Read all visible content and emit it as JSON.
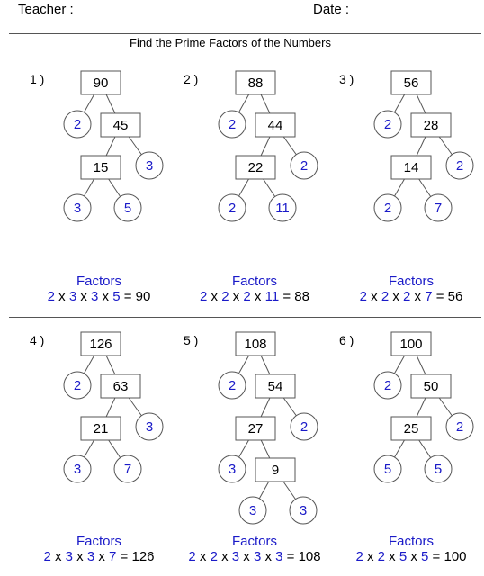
{
  "header": {
    "teacher_label": "Teacher :",
    "date_label": "Date :"
  },
  "title": "Find the Prime Factors of the Numbers",
  "factors_label": "Factors",
  "colors": {
    "prime": "#1a1ac8",
    "line": "#555555",
    "text": "#000000"
  },
  "problems": [
    {
      "number": "1 )",
      "boxes": [
        "90",
        "45",
        "15"
      ],
      "primes": [
        "2",
        "3",
        "3",
        "5"
      ],
      "factorization": [
        "2",
        "3",
        "3",
        "5"
      ],
      "result": "90"
    },
    {
      "number": "2 )",
      "boxes": [
        "88",
        "44",
        "22"
      ],
      "primes": [
        "2",
        "2",
        "2",
        "11"
      ],
      "factorization": [
        "2",
        "2",
        "2",
        "11"
      ],
      "result": "88"
    },
    {
      "number": "3 )",
      "boxes": [
        "56",
        "28",
        "14"
      ],
      "primes": [
        "2",
        "2",
        "2",
        "7"
      ],
      "factorization": [
        "2",
        "2",
        "2",
        "7"
      ],
      "result": "56"
    },
    {
      "number": "4 )",
      "boxes": [
        "126",
        "63",
        "21"
      ],
      "primes": [
        "2",
        "3",
        "3",
        "7"
      ],
      "factorization": [
        "2",
        "3",
        "3",
        "7"
      ],
      "result": "126"
    },
    {
      "number": "5 )",
      "boxes": [
        "108",
        "54",
        "27",
        "9"
      ],
      "primes": [
        "2",
        "2",
        "3",
        "3",
        "3"
      ],
      "factorization": [
        "2",
        "2",
        "3",
        "3",
        "3"
      ],
      "result": "108"
    },
    {
      "number": "6 )",
      "boxes": [
        "100",
        "50",
        "25"
      ],
      "primes": [
        "2",
        "2",
        "5",
        "5"
      ],
      "factorization": [
        "2",
        "2",
        "5",
        "5"
      ],
      "result": "100"
    }
  ]
}
